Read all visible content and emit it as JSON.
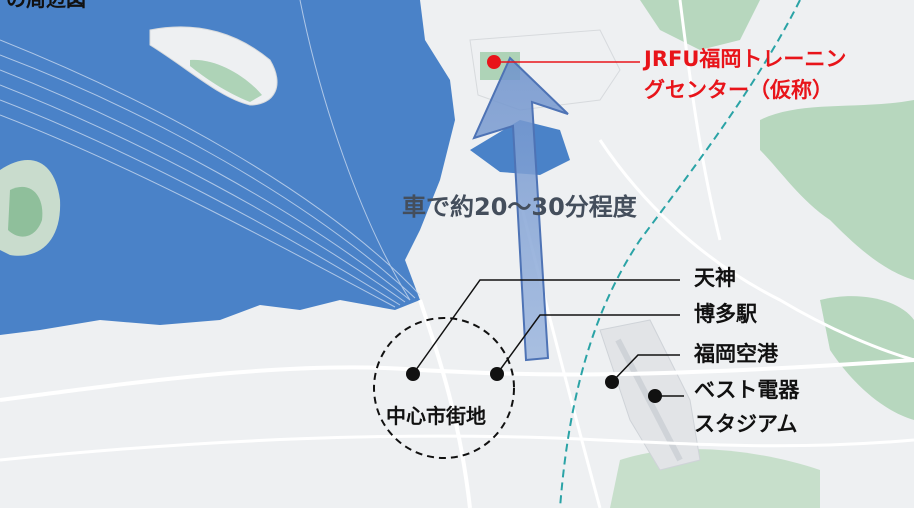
{
  "title_fragment": "の周辺図",
  "labels": {
    "training_center_line1": "JRFU福岡トレーニン",
    "training_center_line2": "グセンター（仮称）",
    "travel_time": "車で約20〜30分程度",
    "tenjin": "天神",
    "hakata": "博多駅",
    "airport": "福岡空港",
    "stadium_line1": "ベスト電器",
    "stadium_line2": "スタジアム",
    "city_center": "中心市街地"
  },
  "colors": {
    "sea": "#4a82c8",
    "land": "#eef0f2",
    "green": "#aed3b7",
    "road": "#ffffff",
    "accent_red": "#e8141a",
    "arrow_fill": "#7f9fd1",
    "arrow_stroke": "#4e73b5",
    "rail": "#2aa3a6"
  },
  "icons": {
    "marker": "filled-circle",
    "direction": "arrow-up"
  }
}
